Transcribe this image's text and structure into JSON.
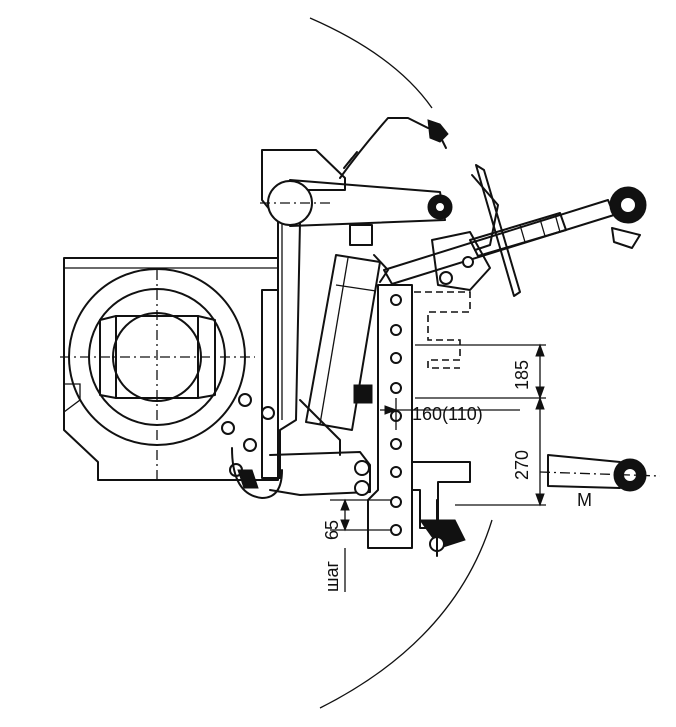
{
  "dimensions": {
    "d185": "185",
    "d270": "270",
    "d160": "160(110)",
    "d65": "65",
    "step": "шаг"
  },
  "marks": {
    "m": "М"
  },
  "colors": {
    "line": "#111111",
    "background": "#ffffff"
  }
}
